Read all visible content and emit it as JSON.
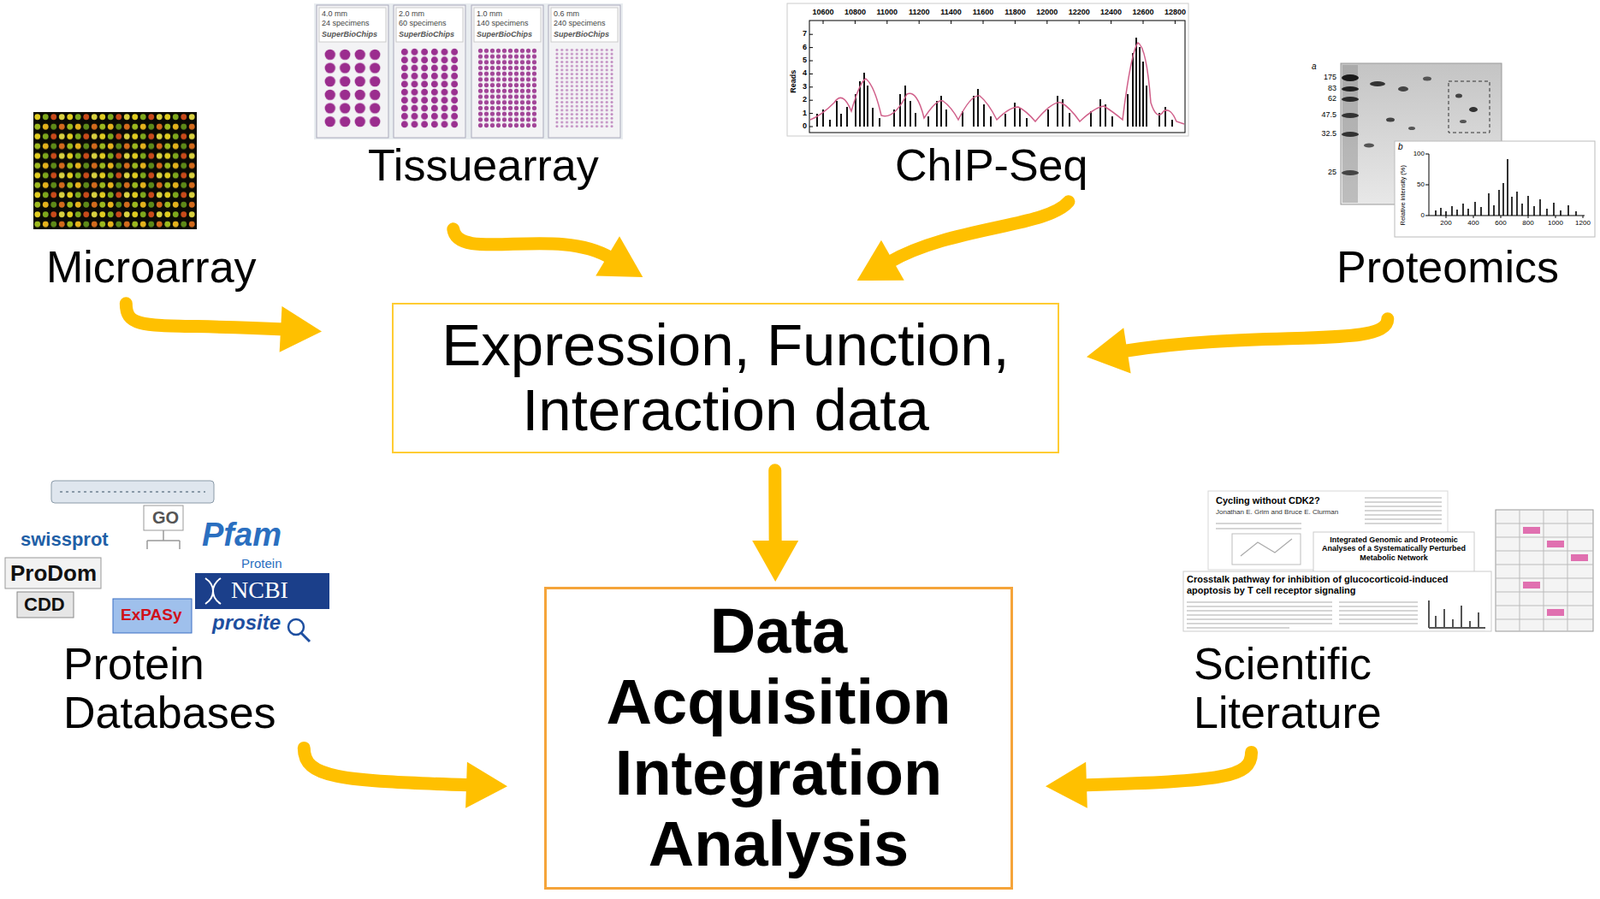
{
  "diagram": {
    "nodes": [
      {
        "text": [
          "Tissuearray"
        ]
      },
      {
        "text": [
          "ChIP-Seq"
        ]
      },
      {
        "text": [
          "Microarray"
        ]
      },
      {
        "text": [
          "Proteomics"
        ]
      },
      {
        "text": [
          "Expression, Function, Interaction data"
        ]
      },
      {
        "text": [
          "Data Acquisition Integration Analysis"
        ]
      },
      {
        "text": [
          "Protein Databases"
        ]
      },
      {
        "text": [
          "Scientific Literature"
        ]
      }
    ],
    "edges": [
      {
        "from": 0,
        "to": 4,
        "arrow": "to"
      },
      {
        "from": 1,
        "to": 4,
        "arrow": "to"
      },
      {
        "from": 2,
        "to": 4,
        "arrow": "to"
      },
      {
        "from": 3,
        "to": 4,
        "arrow": "to"
      },
      {
        "from": 4,
        "to": 5,
        "arrow": "to"
      },
      {
        "from": 6,
        "to": 5,
        "arrow": "to"
      },
      {
        "from": 7,
        "to": 5,
        "arrow": "to"
      }
    ],
    "labels": [
      "4.0 mm",
      "24 specimens",
      "SuperBioChips",
      "2.0 mm",
      "60 specimens",
      "SuperBioChips",
      "1.0 mm",
      "140 specimens",
      "SuperBioChips",
      "0.6 mm",
      "240 specimens",
      "SuperBioChips",
      "10600",
      "10800",
      "11000",
      "11200",
      "11400",
      "11600",
      "11800",
      "12000",
      "12200",
      "12400",
      "12600",
      "12800",
      "Reads",
      "7",
      "6",
      "5",
      "4",
      "3",
      "2",
      "1",
      "0",
      "a",
      "175",
      "83",
      "62",
      "47.5",
      "32.5",
      "25",
      "b",
      "Relative intensity (%)",
      "100",
      "50",
      "0",
      "200",
      "400",
      "600",
      "800",
      "1000",
      "1200",
      "swissprot",
      "GO",
      "Pfam",
      "Protein",
      "ProDom",
      "CDD",
      "NCBI",
      "ExPASy",
      "prosite",
      "Cycling without CDK2?",
      "Jonathan E. Grim and Bruce E. Clurman",
      "Integrated Genomic and Proteomic Analyses of a Systematically Perturbed Metabolic Network",
      "Crosstalk pathway for inhibition of glucocorticoid-induced apoptosis by T cell receptor signaling"
    ]
  }
}
